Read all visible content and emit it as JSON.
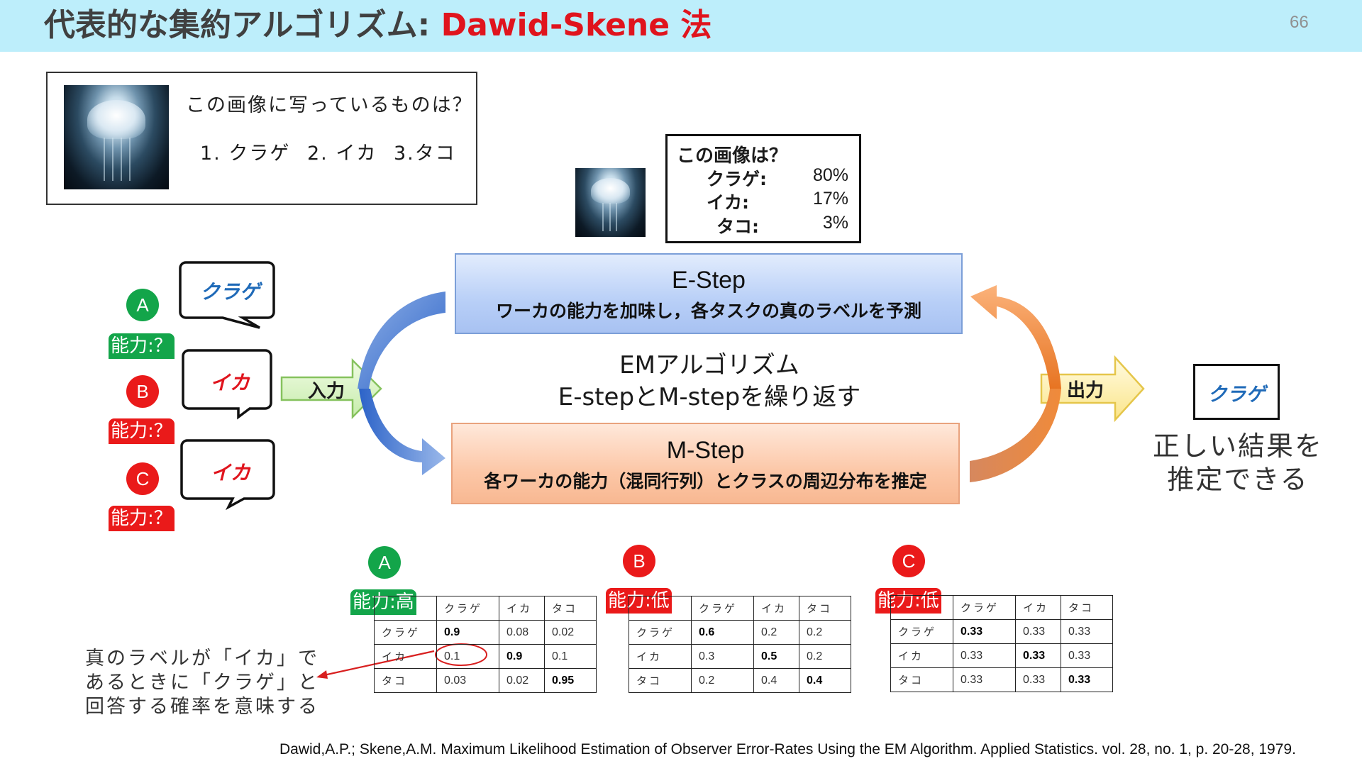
{
  "header": {
    "title_prefix": "代表的な集約アルゴリズム: ",
    "title_highlight": "Dawid-Skene 法",
    "page_number": "66"
  },
  "question": {
    "prompt": "この画像に写っているものは？",
    "options": [
      "1. クラゲ",
      "2. イカ",
      "3.タコ"
    ]
  },
  "result": {
    "title": "この画像は？",
    "rows": [
      {
        "label": "クラゲ:",
        "value": "80%"
      },
      {
        "label": "イカ:",
        "value": "17%"
      },
      {
        "label": "タコ:",
        "value": "3%"
      }
    ]
  },
  "workers": [
    {
      "id": "A",
      "ability": "能力:？",
      "answer": "クラゲ"
    },
    {
      "id": "B",
      "ability": "能力:？",
      "answer": "イカ"
    },
    {
      "id": "C",
      "ability": "能力:？",
      "answer": "イカ"
    }
  ],
  "colors": {
    "green": "#13a54a",
    "red": "#ea1a1a",
    "blue_text": "#1f6ab8",
    "header_bg": "#bdeefb"
  },
  "flow": {
    "input_label": "入力",
    "output_label": "出力",
    "estep_title": "E-Step",
    "estep_desc": "ワーカの能力を加味し，各タスクの真のラベルを予測",
    "mstep_title": "M-Step",
    "mstep_desc": "各ワーカの能力（混同行列）とクラスの周辺分布を推定",
    "em_line1": "EMアルゴリズム",
    "em_line2": "E-stepとM-stepを繰り返す"
  },
  "output": {
    "answer": "クラゲ",
    "desc_line1": "正しい結果を",
    "desc_line2": "推定できる"
  },
  "matrices": [
    {
      "worker": "A",
      "ability": "能力:高",
      "columns": [
        "クラゲ",
        "イカ",
        "タコ"
      ],
      "rows": [
        {
          "label": "クラゲ",
          "values": [
            "0.9",
            "0.08",
            "0.02"
          ]
        },
        {
          "label": "イカ",
          "values": [
            "0.1",
            "0.9",
            "0.1"
          ]
        },
        {
          "label": "タコ",
          "values": [
            "0.03",
            "0.02",
            "0.95"
          ]
        }
      ]
    },
    {
      "worker": "B",
      "ability": "能力:低",
      "columns": [
        "クラゲ",
        "イカ",
        "タコ"
      ],
      "rows": [
        {
          "label": "クラゲ",
          "values": [
            "0.6",
            "0.2",
            "0.2"
          ]
        },
        {
          "label": "イカ",
          "values": [
            "0.3",
            "0.5",
            "0.2"
          ]
        },
        {
          "label": "タコ",
          "values": [
            "0.2",
            "0.4",
            "0.4"
          ]
        }
      ]
    },
    {
      "worker": "C",
      "ability": "能力:低",
      "columns": [
        "クラゲ",
        "イカ",
        "タコ"
      ],
      "rows": [
        {
          "label": "クラゲ",
          "values": [
            "0.33",
            "0.33",
            "0.33"
          ]
        },
        {
          "label": "イカ",
          "values": [
            "0.33",
            "0.33",
            "0.33"
          ]
        },
        {
          "label": "タコ",
          "values": [
            "0.33",
            "0.33",
            "0.33"
          ]
        }
      ]
    }
  ],
  "annotation": {
    "lines": [
      "真のラベルが「イカ」で",
      "あるときに「クラゲ」と",
      "回答する確率を意味する"
    ]
  },
  "citation": "Dawid,A.P.; Skene,A.M. Maximum Likelihood Estimation of Observer Error-Rates Using the EM Algorithm. Applied Statistics. vol. 28, no. 1, p. 20-28, 1979."
}
